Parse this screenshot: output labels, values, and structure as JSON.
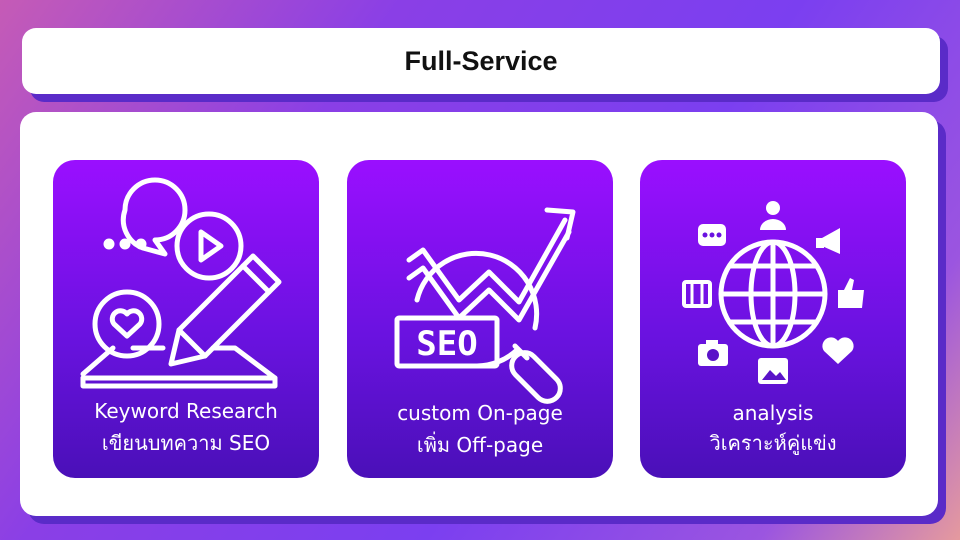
{
  "header": {
    "title": "Full-Service"
  },
  "cards": [
    {
      "icon": "keyword-writing-icon",
      "line1": "Keyword Research",
      "line2": "เขียนบทความ SEO"
    },
    {
      "icon": "seo-magnifier-icon",
      "line1": "custom On-page",
      "line2": "เพิ่ม Off-page"
    },
    {
      "icon": "social-globe-icon",
      "line1": "analysis",
      "line2": "วิเคราะห์คู่แข่ง"
    }
  ],
  "colors": {
    "card_top": "#9a0fff",
    "card_bottom": "#4a10b8",
    "title_text": "#111111"
  }
}
